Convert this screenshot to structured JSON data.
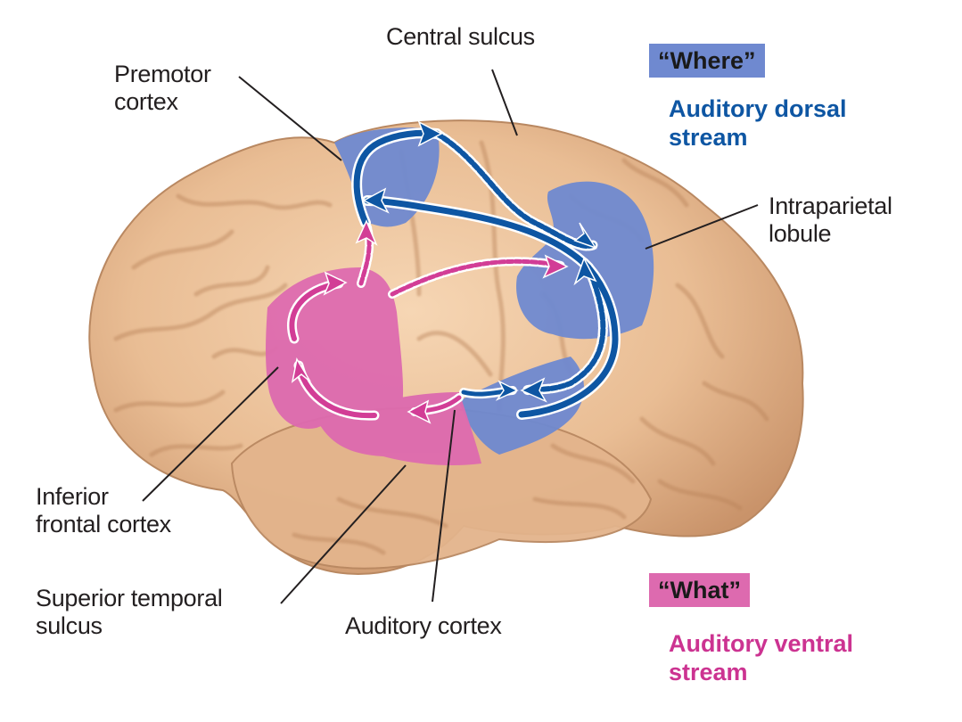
{
  "figure": {
    "type": "brain-lateral-view",
    "colors": {
      "dorsal": "#6f89d0",
      "dorsal_arrow": "#0e56a3",
      "dorsal_text": "#0e56a3",
      "ventral": "#dd6aaf",
      "ventral_arrow": "#d23d96",
      "ventral_text": "#cc3391",
      "brain": "#ebc09a",
      "leader_line": "#231f20"
    }
  },
  "labels": {
    "premotor": [
      "Premotor",
      "cortex"
    ],
    "central_sulcus": "Central sulcus",
    "intraparietal": [
      "Intraparietal",
      "lobule"
    ],
    "inferior_frontal": [
      "Inferior",
      "frontal cortex"
    ],
    "superior_temporal": [
      "Superior temporal",
      "sulcus"
    ],
    "auditory_cortex": "Auditory cortex"
  },
  "legend": {
    "dorsal": {
      "tag": "“Where”",
      "title": [
        "Auditory dorsal",
        "stream"
      ]
    },
    "ventral": {
      "tag": "“What”",
      "title": [
        "Auditory ventral",
        "stream"
      ]
    }
  }
}
